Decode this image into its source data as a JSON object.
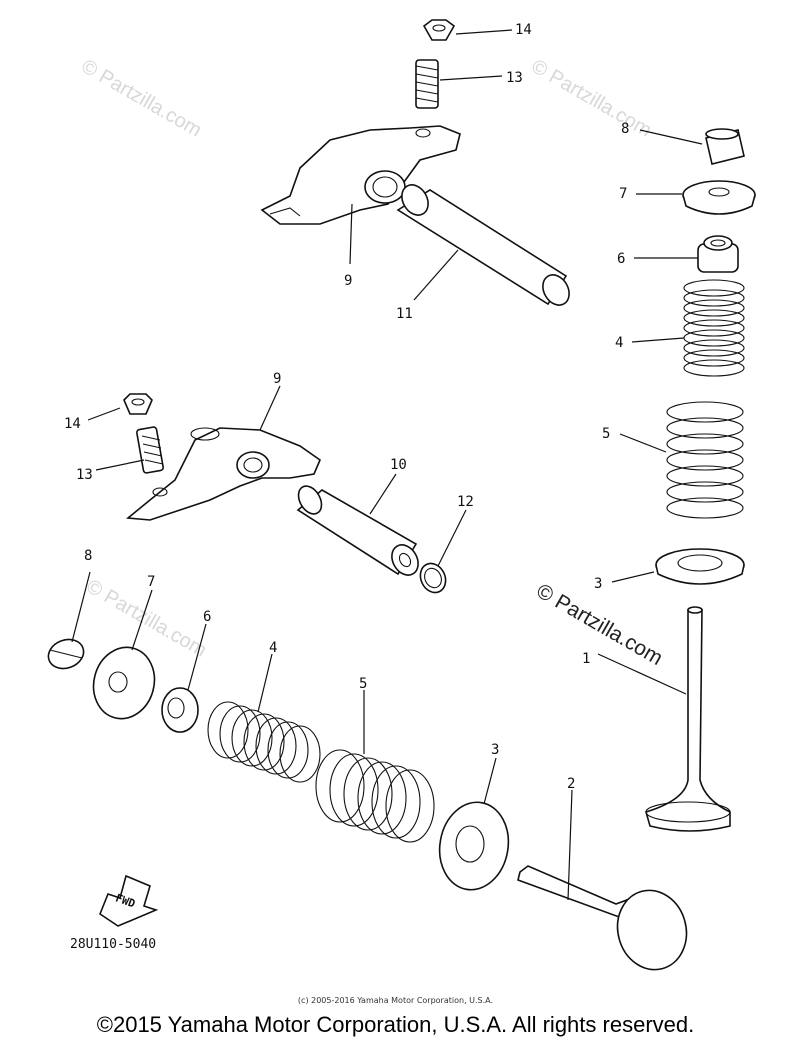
{
  "diagram": {
    "callouts": {
      "c14a": "14",
      "c13a": "13",
      "c8a": "8",
      "c7a": "7",
      "c6a": "6",
      "c4a": "4",
      "c9a": "9",
      "c11": "11",
      "c9b": "9",
      "c14b": "14",
      "c13b": "13",
      "c10": "10",
      "c12": "12",
      "c5a": "5",
      "c3a": "3",
      "c1": "1",
      "c8b": "8",
      "c7b": "7",
      "c6b": "6",
      "c4b": "4",
      "c5b": "5",
      "c3b": "3",
      "c2": "2"
    },
    "fwd_label": "FWD",
    "part_code": "28U110-5040"
  },
  "watermarks": {
    "text_faint": "© Partzilla.com",
    "text_dark": "© Partzilla.com"
  },
  "footer": {
    "small_copyright": "(c) 2005-2016 Yamaha Motor Corporation, U.S.A.",
    "main_copyright": "©2015 Yamaha Motor Corporation, U.S.A. All rights reserved."
  }
}
